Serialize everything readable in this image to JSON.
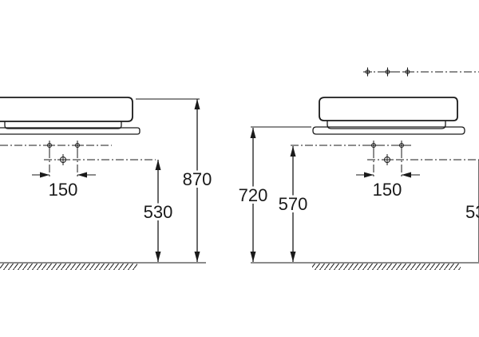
{
  "left_view": {
    "dims": {
      "height_total": "870",
      "height_outlet": "530",
      "spacing_horizontal": "150"
    }
  },
  "right_view": {
    "dims": {
      "height_counter": "720",
      "height_outlet": "570",
      "spacing_horizontal": "150",
      "height_cut": "53"
    }
  }
}
